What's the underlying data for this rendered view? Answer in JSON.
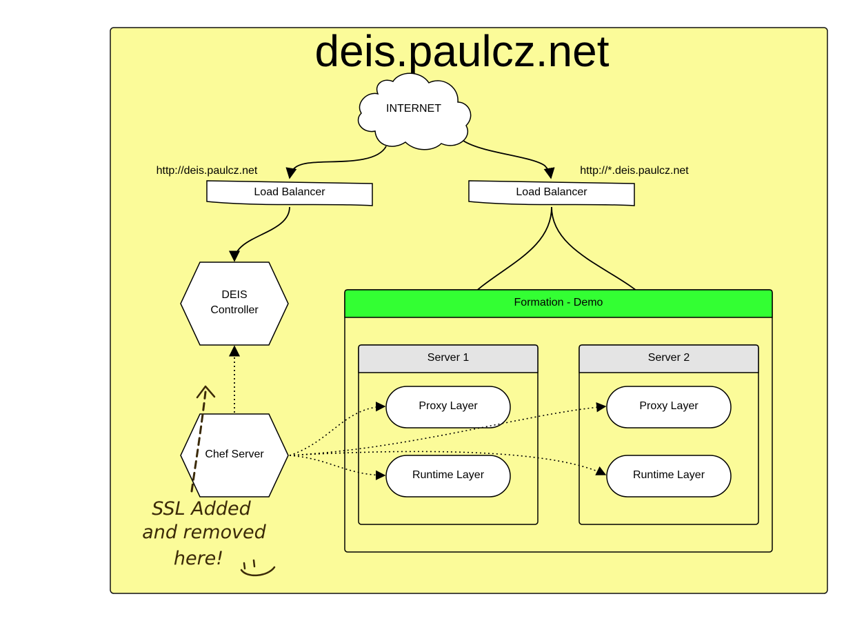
{
  "diagram": {
    "title": "deis.paulcz.net",
    "internet": {
      "label": "INTERNET"
    },
    "urls": {
      "left": "http://deis.paulcz.net",
      "right": "http://*.deis.paulcz.net"
    },
    "load_balancers": [
      {
        "label": "Load Balancer"
      },
      {
        "label": "Load Balancer"
      }
    ],
    "controller": {
      "line1": "DEIS",
      "line2": "Controller"
    },
    "chef": {
      "label": "Chef Server"
    },
    "formation": {
      "label": "Formation - Demo",
      "header_color": "#33ff33",
      "servers": [
        {
          "label": "Server 1",
          "layers": [
            "Proxy Layer",
            "Runtime Layer"
          ]
        },
        {
          "label": "Server 2",
          "layers": [
            "Proxy Layer",
            "Runtime Layer"
          ]
        }
      ]
    },
    "annotation": {
      "lines": [
        "SSL Added",
        "and removed",
        "here!"
      ],
      "smiley_icon": "smiley-face-icon"
    },
    "colors": {
      "background": "#fbfb99",
      "node_fill": "#ffffff",
      "server_header": "#e4e4e4",
      "ink": "#000000",
      "handwriting": "#3b2a08"
    }
  }
}
